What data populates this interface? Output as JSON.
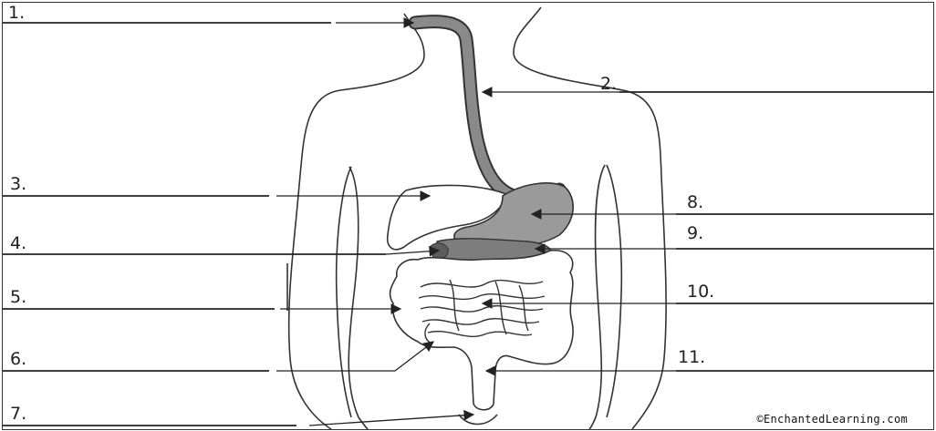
{
  "labels": {
    "l1": "1.",
    "l2": "2.",
    "l3": "3.",
    "l4": "4.",
    "l5": "5.",
    "l6": "6.",
    "l7": "7.",
    "l8": "8.",
    "l9": "9.",
    "l10": "10.",
    "l11": "11."
  },
  "copyright": "©EnchantedLearning.com"
}
